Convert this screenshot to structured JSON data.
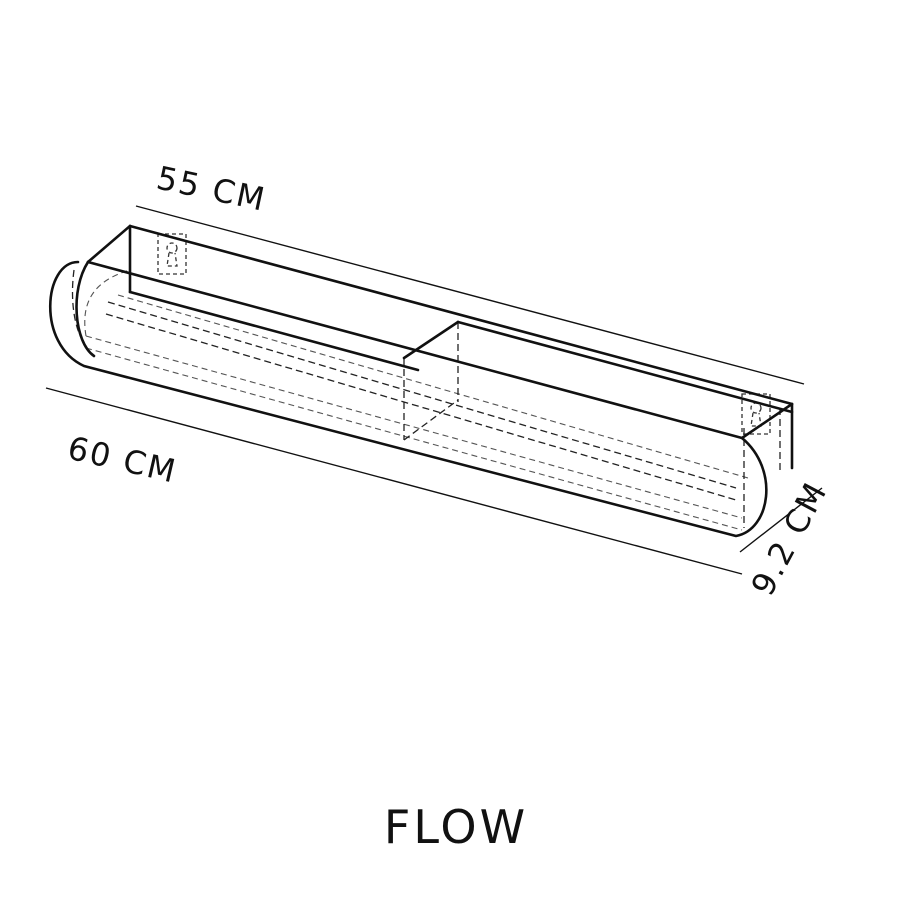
{
  "diagram": {
    "dimensions": {
      "back_length": "55 CM",
      "front_length": "60 CM",
      "depth": "9.2 CM"
    },
    "product_name": "FLOW",
    "line_color": "#111111",
    "background_color": "#ffffff"
  }
}
